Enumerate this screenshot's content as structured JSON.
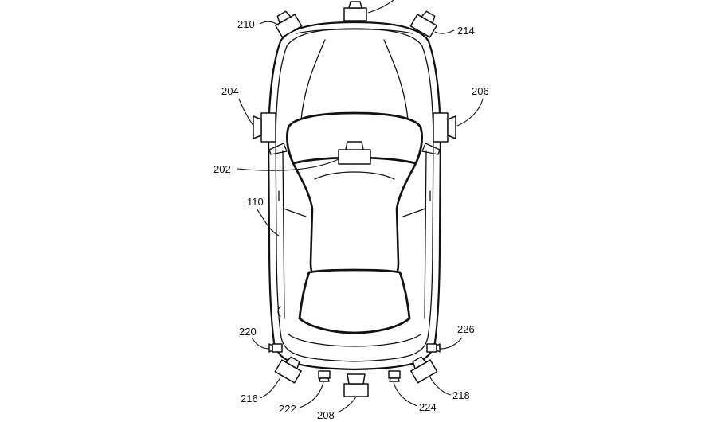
{
  "figure": {
    "reference_labels": {
      "vehicle": "110",
      "interior_camera": "202",
      "left_mirror_camera": "204",
      "right_mirror_camera": "206",
      "rear_center_camera": "208",
      "front_left_camera": "210",
      "front_right_camera": "214",
      "rear_left_camera": "216",
      "rear_right_camera": "218",
      "rear_left_corner_sensor": "220",
      "rear_left_inner_sensor": "222",
      "rear_right_inner_sensor": "224",
      "rear_right_corner_sensor": "226"
    }
  }
}
